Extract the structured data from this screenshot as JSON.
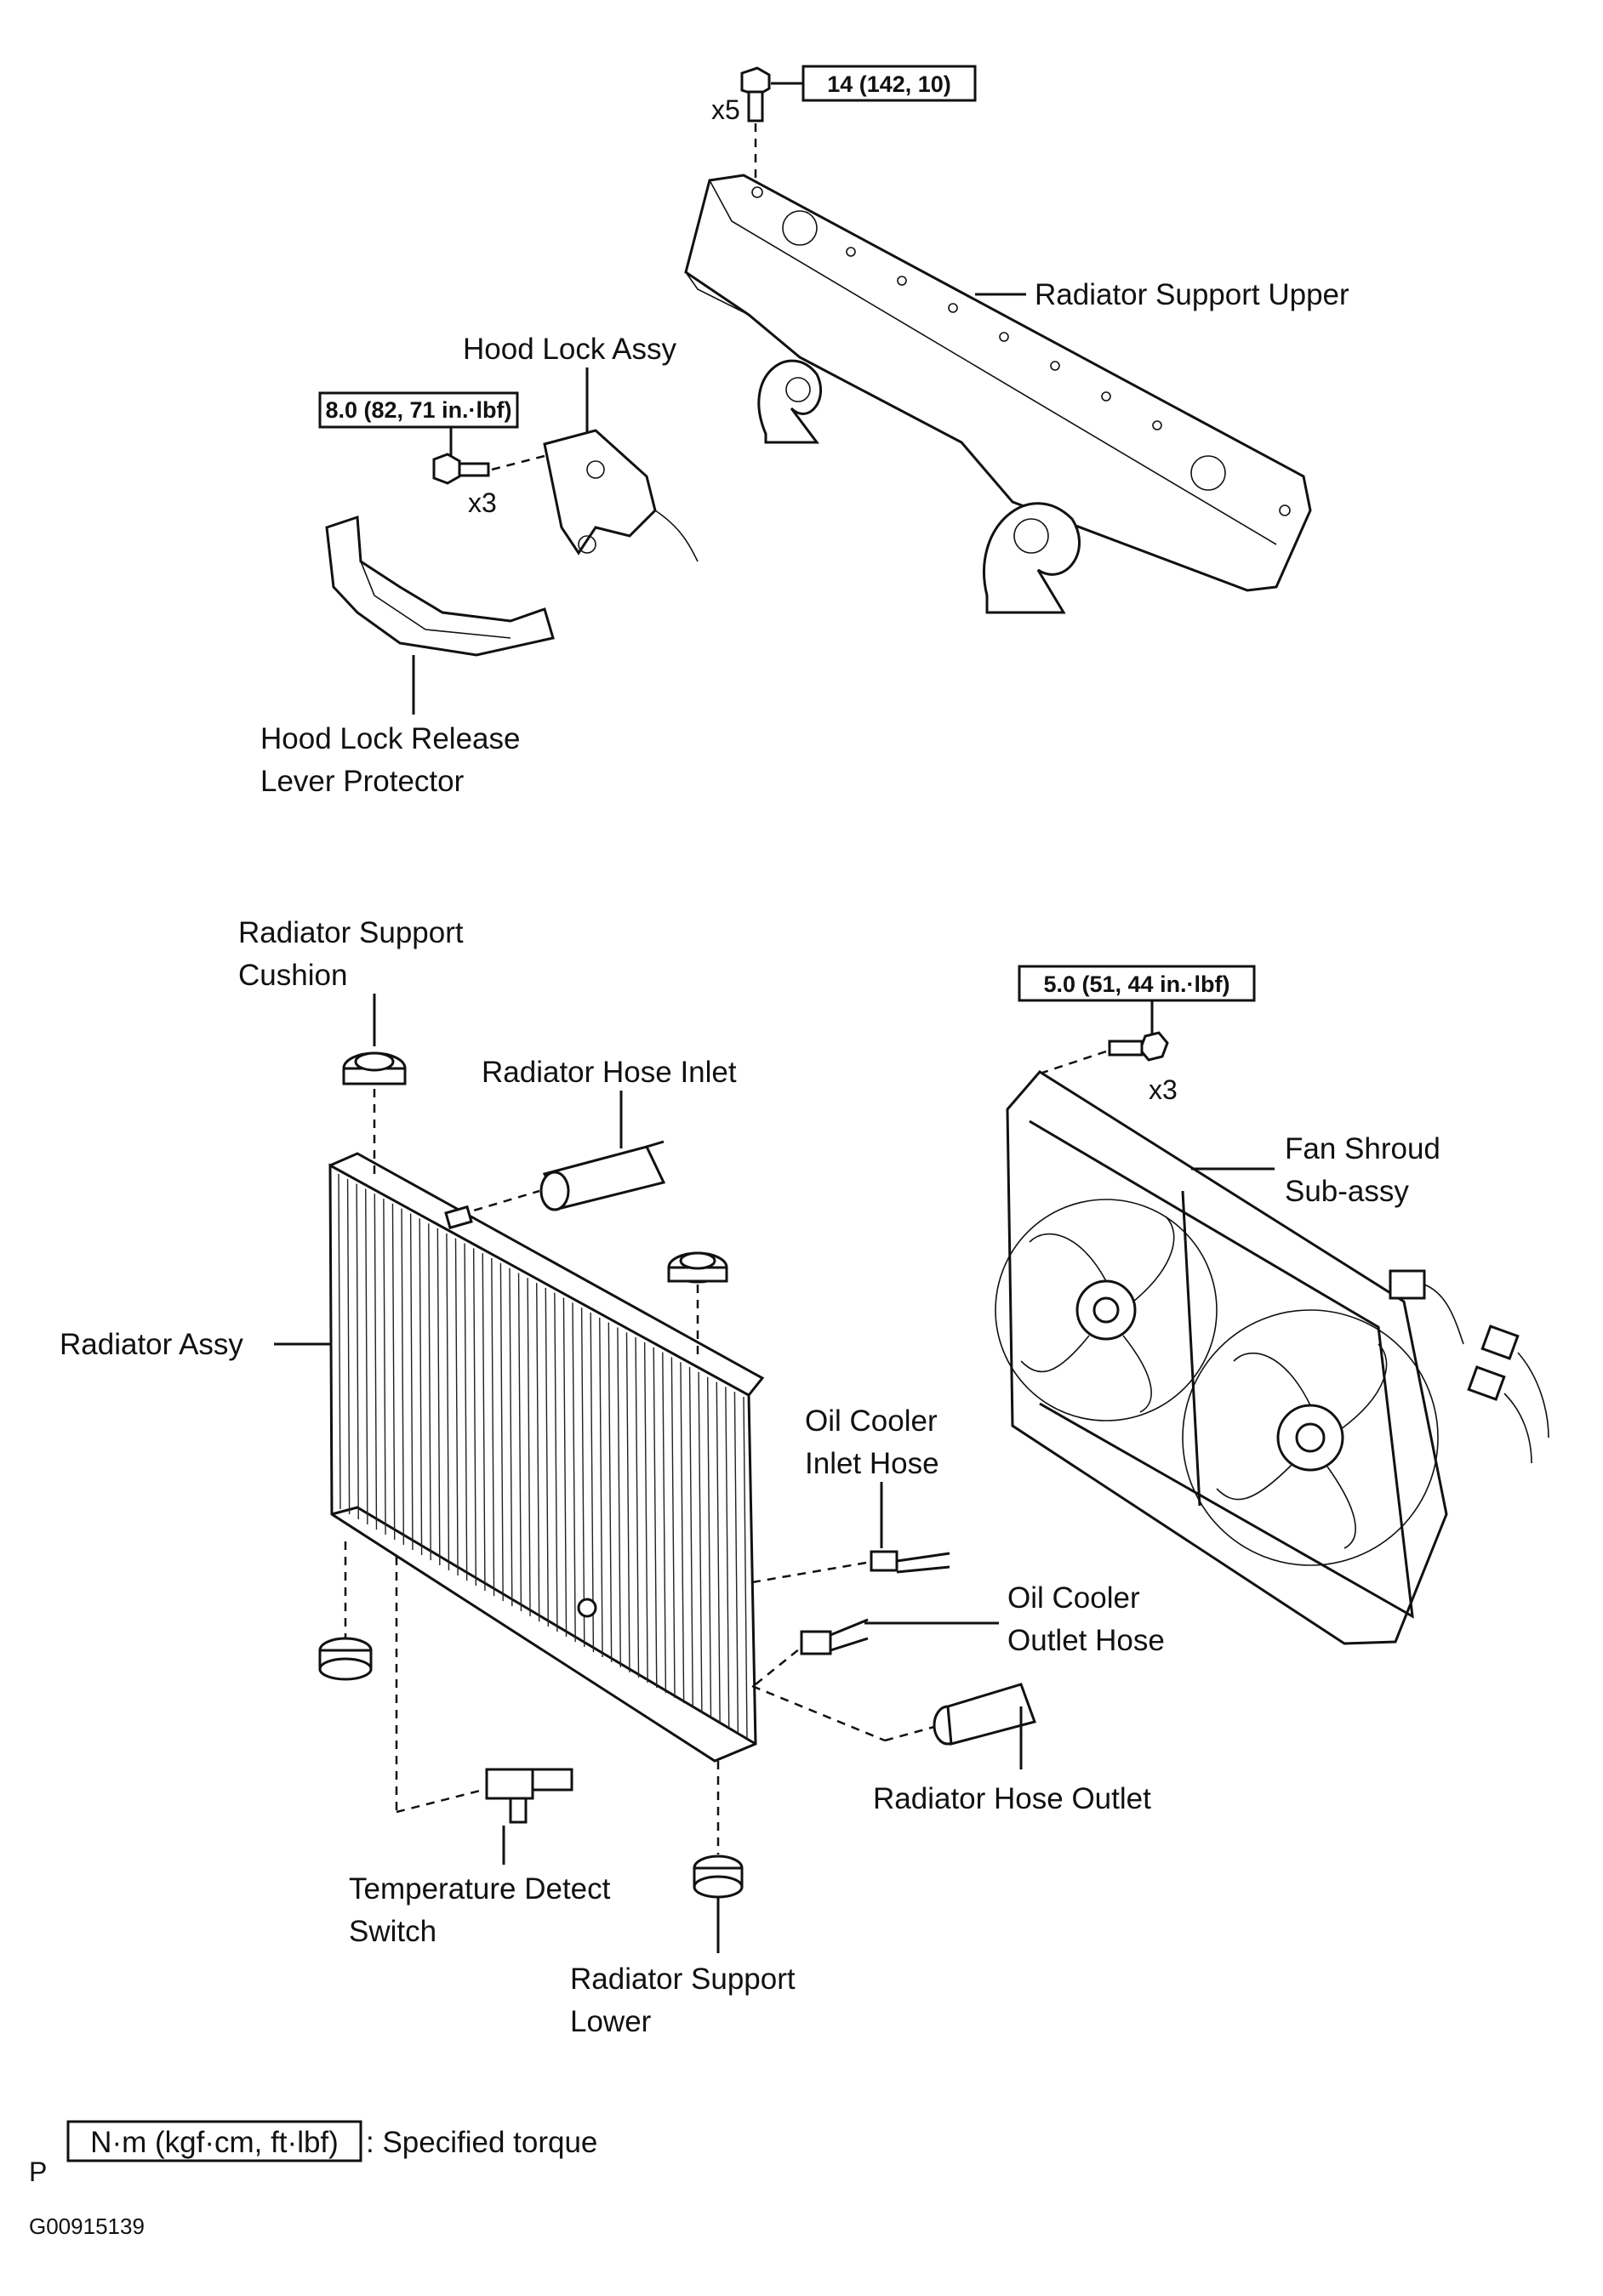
{
  "labels": {
    "radiator_support_upper": "Radiator Support Upper",
    "hood_lock_assy": "Hood Lock Assy",
    "hood_lock_release_line1": "Hood Lock Release",
    "hood_lock_release_line2": "Lever Protector",
    "radiator_support_cushion_line1": "Radiator Support",
    "radiator_support_cushion_line2": "Cushion",
    "radiator_hose_inlet": "Radiator Hose Inlet",
    "radiator_assy": "Radiator Assy",
    "fan_shroud_line1": "Fan Shroud",
    "fan_shroud_line2": "Sub-assy",
    "oil_cooler_inlet_line1": "Oil Cooler",
    "oil_cooler_inlet_line2": "Inlet Hose",
    "oil_cooler_outlet_line1": "Oil Cooler",
    "oil_cooler_outlet_line2": "Outlet Hose",
    "radiator_hose_outlet": "Radiator Hose Outlet",
    "temp_switch_line1": "Temperature Detect",
    "temp_switch_line2": "Switch",
    "radiator_support_lower_line1": "Radiator Support",
    "radiator_support_lower_line2": "Lower"
  },
  "torques": {
    "support_upper": "14 (142, 10)",
    "hood_lock": "8.0 (82, 71 in.·lbf)",
    "fan_shroud": "5.0 (51, 44 in.·lbf)"
  },
  "quantities": {
    "support_upper_bolts": "x5",
    "hood_lock_bolts": "x3",
    "fan_shroud_bolts": "x3"
  },
  "legend": {
    "unit_box": "N·m (kgf·cm, ft·lbf)",
    "description": ": Specified torque",
    "prefix": "P"
  },
  "figure_id": "G00915139"
}
